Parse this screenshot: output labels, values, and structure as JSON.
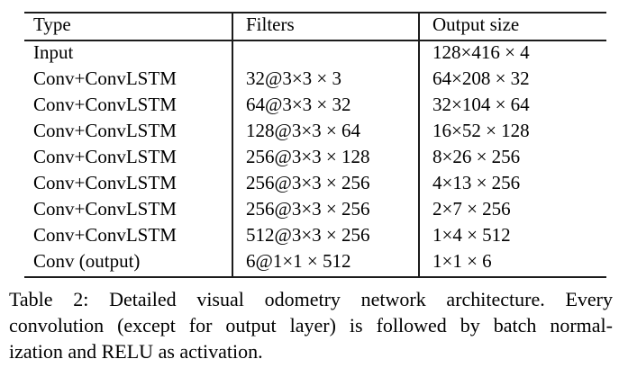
{
  "page": {
    "background_color": "#ffffff",
    "text_color": "#000000",
    "rule_color": "#1c1c1c"
  },
  "table": {
    "columns": [
      "Type",
      "Filters",
      "Output size"
    ],
    "rows": [
      {
        "type": "Input",
        "filters": "",
        "output": "128×416 × 4"
      },
      {
        "type": "Conv+ConvLSTM",
        "filters": "32@3×3 × 3",
        "output": "64×208 × 32"
      },
      {
        "type": "Conv+ConvLSTM",
        "filters": "64@3×3 × 32",
        "output": "32×104 × 64"
      },
      {
        "type": "Conv+ConvLSTM",
        "filters": "128@3×3 × 64",
        "output": "16×52 × 128"
      },
      {
        "type": "Conv+ConvLSTM",
        "filters": "256@3×3 × 128",
        "output": "8×26 × 256"
      },
      {
        "type": "Conv+ConvLSTM",
        "filters": "256@3×3 × 256",
        "output": "4×13 × 256"
      },
      {
        "type": "Conv+ConvLSTM",
        "filters": "256@3×3 × 256",
        "output": "2×7 × 256"
      },
      {
        "type": "Conv+ConvLSTM",
        "filters": "512@3×3 × 256",
        "output": "1×4 × 512"
      },
      {
        "type": "Conv (output)",
        "filters": "6@1×1 × 512",
        "output": "1×1 × 6"
      }
    ]
  },
  "caption": {
    "lines": [
      "Table 2: Detailed visual odometry network architecture. Every",
      "convolution (except for output layer) is followed by batch normal-",
      "ization and RELU as activation."
    ]
  }
}
